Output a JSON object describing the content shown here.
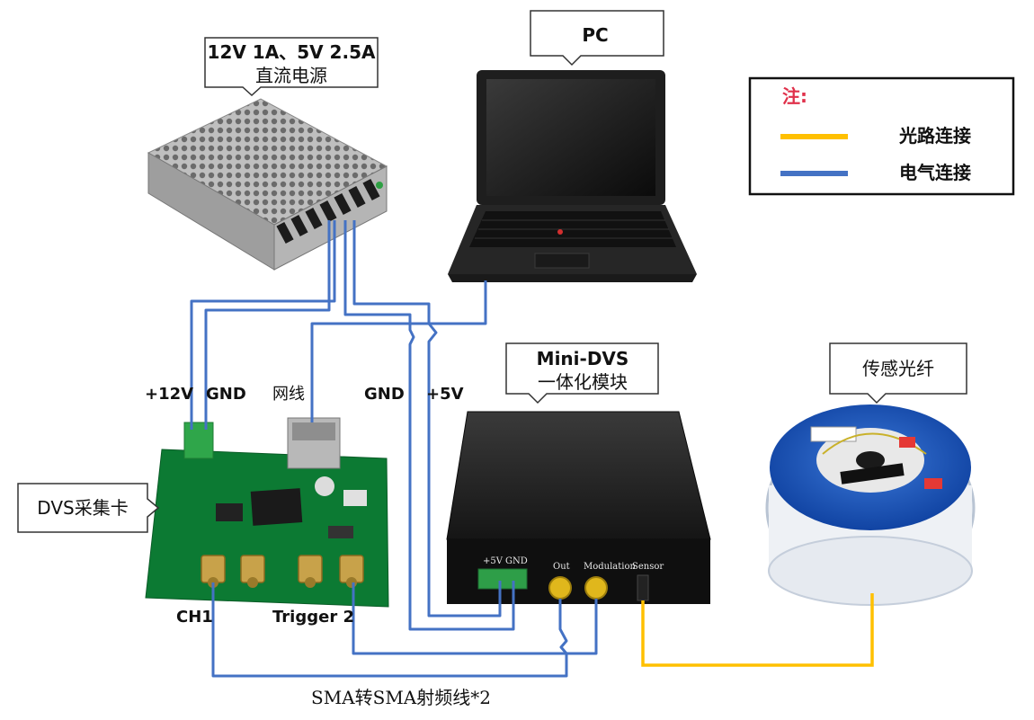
{
  "callouts": {
    "power_supply": {
      "line1": "12V 1A、5V 2.5A",
      "line2": "直流电源"
    },
    "pc": "PC",
    "mini_dvs": {
      "line1": "Mini-DVS",
      "line2": "一体化模块"
    },
    "fiber": "传感光纤",
    "dvs_card": "DVS采集卡"
  },
  "legend": {
    "title": "注:",
    "items": [
      {
        "label": "光路连接",
        "color": "#FFC000"
      },
      {
        "label": "电气连接",
        "color": "#4472C4"
      }
    ]
  },
  "labels": {
    "plus12v": "+12V",
    "gnd_left": "GND",
    "ethernet": "网线",
    "gnd_right": "GND",
    "plus5v": "+5V",
    "ch1": "CH1",
    "trigger2": "Trigger 2",
    "sma_cable": "SMA转SMA射频线*2"
  },
  "module_ports": {
    "plus5v": "+5V",
    "gnd": "GND",
    "out": "Out",
    "modulation": "Modulation",
    "sensor": "Sensor"
  },
  "colors": {
    "optical": "#FFC000",
    "electrical": "#4472C4",
    "legend_title": "#E0314B"
  }
}
